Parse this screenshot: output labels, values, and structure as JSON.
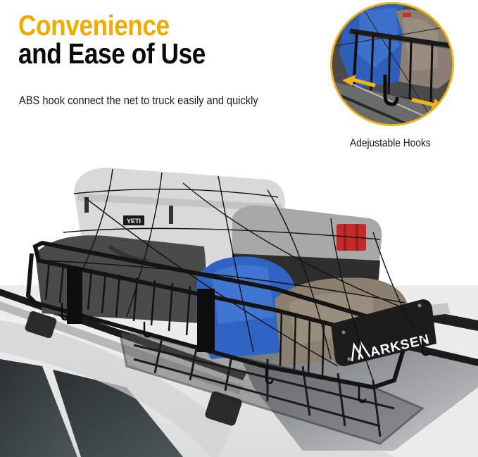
{
  "headline": {
    "line1": "Convenience",
    "line2": "and Ease of Use"
  },
  "subtext": "ABS hook connect the net to truck easily and quickly",
  "inset": {
    "caption": "Adejustable Hooks",
    "icon": "double-arrow-icon"
  },
  "product": {
    "brand": "ARKSEN",
    "cooler_brand": "YETI"
  },
  "colors": {
    "accent": "#f0ab00",
    "headline_dark": "#0a0a0a",
    "inset_border": "#e8b21a",
    "arrow": "#f2b21b"
  }
}
